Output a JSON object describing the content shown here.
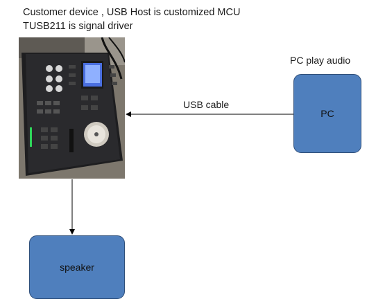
{
  "title": {
    "line1": "Customer device , USB Host is customized MCU",
    "line2": "TUSB211 is signal driver"
  },
  "device_photo": {
    "kind": "audio mixer controller photo"
  },
  "pc": {
    "caption": "PC play audio",
    "label": "PC",
    "color": "#4f7fbd"
  },
  "connection": {
    "label": "USB cable"
  },
  "speaker": {
    "label": "speaker",
    "color": "#4f7fbd"
  }
}
